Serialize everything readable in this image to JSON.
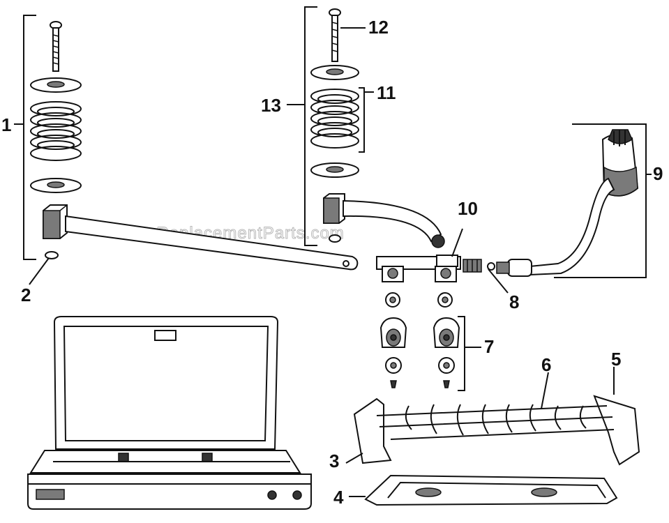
{
  "labels": {
    "l1": "1",
    "l2": "2",
    "l3": "3",
    "l4": "4",
    "l5": "5",
    "l6": "6",
    "l7": "7",
    "l8": "8",
    "l9": "9",
    "l10": "10",
    "l11": "11",
    "l12": "12",
    "l13": "13"
  },
  "watermark": "eReplacementParts.com"
}
